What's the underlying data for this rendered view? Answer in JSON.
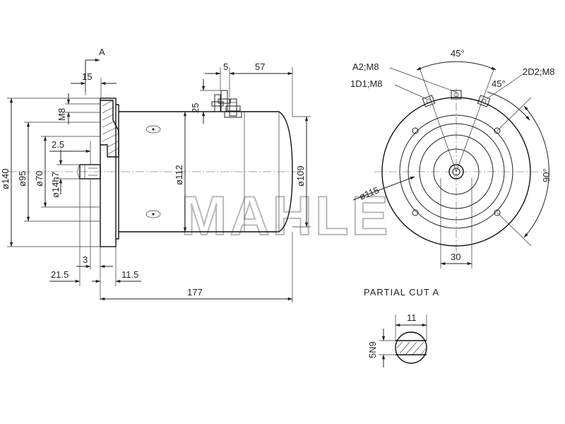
{
  "brand": {
    "watermark": "MAHLE"
  },
  "section_marker": "A",
  "side_view": {
    "dims": {
      "d15": "15",
      "d5": "5",
      "d57": "57",
      "d25": "25",
      "m8": "M8",
      "d2_5": "2.5",
      "dia140": "ø140",
      "dia95": "ø95",
      "dia70": "ø70",
      "dia14h7": "ø14h7",
      "dia112": "ø112",
      "dia109": "ø109",
      "d3": "3",
      "d21_5": "21.5",
      "d11_5": "11.5",
      "d177": "177"
    }
  },
  "end_view": {
    "labels": {
      "a2m8": "A2;M8",
      "d1m8": "1D1;M8",
      "d2m8": "2D2;M8"
    },
    "dims": {
      "ang45_top": "45°",
      "ang45_right": "45°",
      "ang90": "90°",
      "dia115": "ø115",
      "d30": "30"
    }
  },
  "partial_cut": {
    "title": "PARTIAL CUT A",
    "dims": {
      "d11": "11",
      "d5n9": "5N9"
    }
  }
}
